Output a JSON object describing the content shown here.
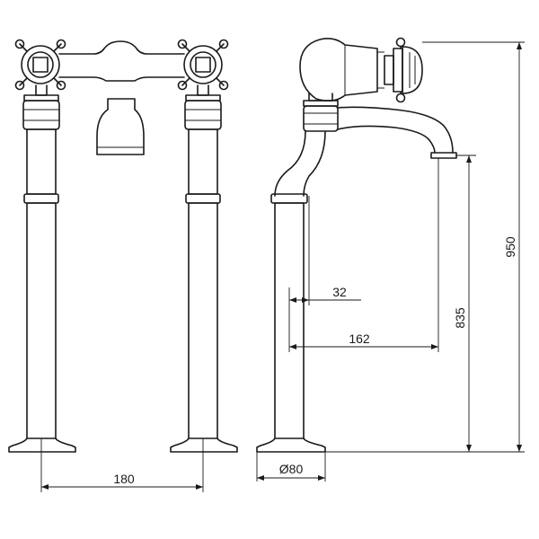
{
  "dimensions": {
    "spacing": "180",
    "base_diameter": "Ø80",
    "wall_offset": "32",
    "spout_reach": "162",
    "spout_height": "835",
    "total_height": "950"
  }
}
